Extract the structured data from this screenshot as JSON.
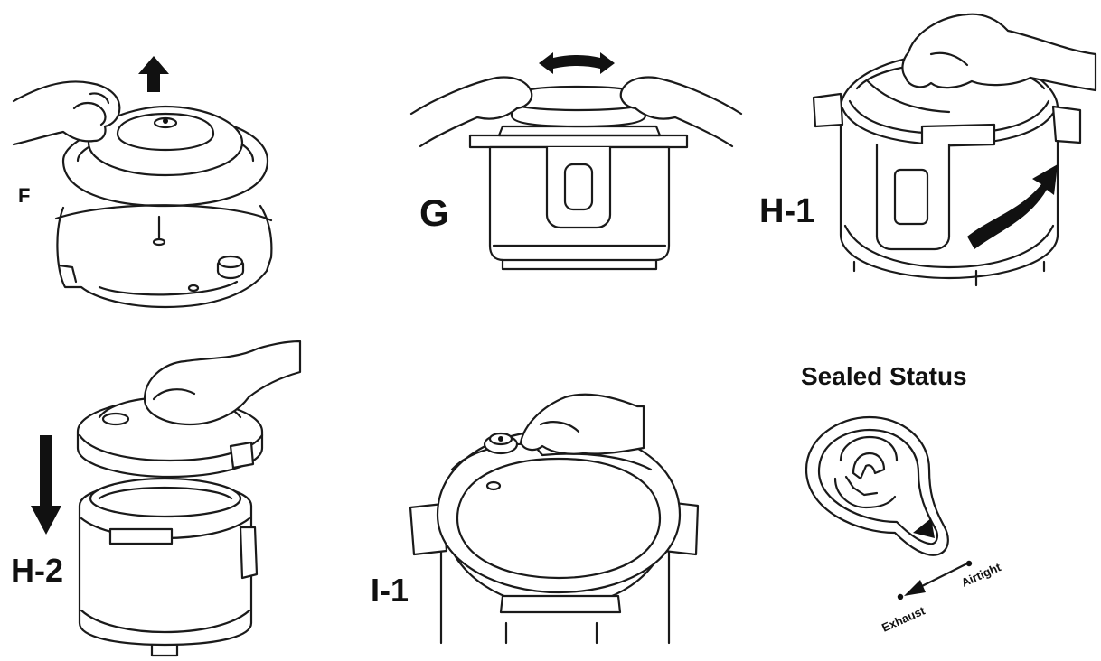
{
  "steps": {
    "f": "F",
    "g": "G",
    "h1": "H-1",
    "h2": "H-2",
    "i1": "I-1"
  },
  "sealed_status": {
    "title": "Sealed Status",
    "exhaust": "Exhaust",
    "airtight": "Airtight"
  },
  "icons": [
    "up-arrow-icon",
    "left-right-arrow-icon",
    "rotate-arrow-icon",
    "down-arrow-icon",
    "valve-arrow-icon"
  ]
}
